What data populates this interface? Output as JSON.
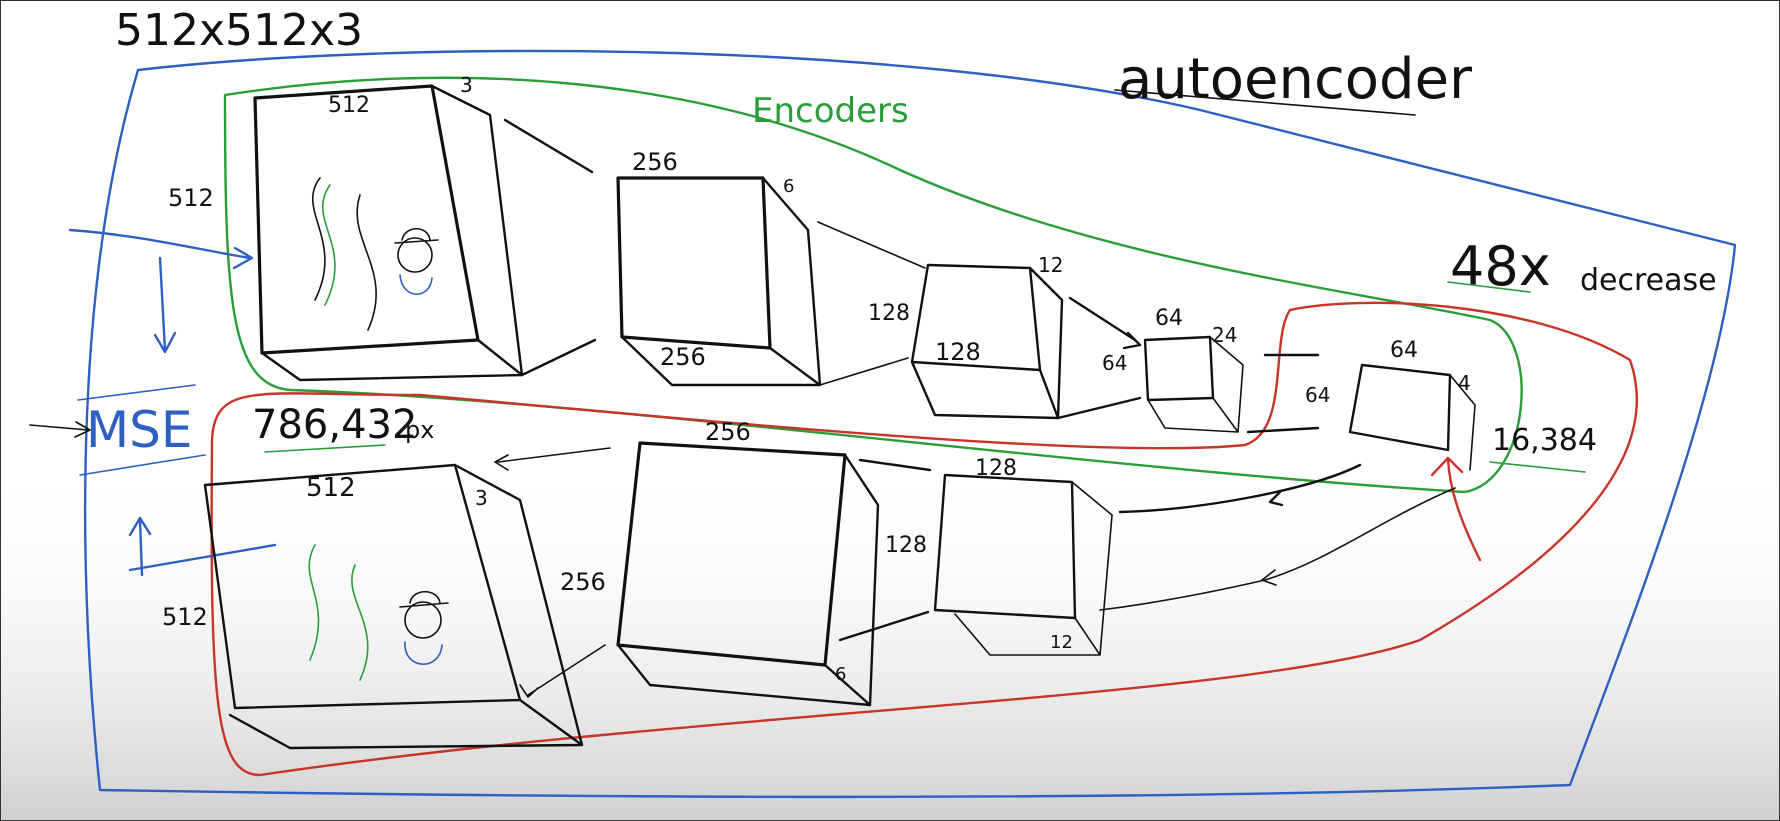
{
  "title": "autoencoder",
  "input_shape": "512x512x3",
  "encoder_label": "Encoders",
  "loss_label": "MSE",
  "decrease_factor": "48x",
  "decrease_word": "decrease",
  "pixel_count": "786,432",
  "pixel_unit": "px",
  "latent_size": "16,384",
  "colors": {
    "blue": "#2f5fc0",
    "green": "#2a9d3a",
    "red": "#c8342a",
    "ink": "#111111"
  },
  "encoder_blocks": [
    {
      "width": "512",
      "height": "512",
      "depth": "3"
    },
    {
      "width": "256",
      "height": "256",
      "depth": "6"
    },
    {
      "width": "128",
      "height": "128",
      "depth": "12"
    },
    {
      "width": "64",
      "height": "64",
      "depth": "24"
    }
  ],
  "bottleneck": {
    "width": "64",
    "height": "64",
    "depth": "4"
  },
  "decoder_blocks": [
    {
      "width": "128",
      "height": "128",
      "depth": "12"
    },
    {
      "width": "256",
      "height": "256",
      "depth": "6"
    },
    {
      "width": "512",
      "height": "512",
      "depth": "3"
    }
  ]
}
